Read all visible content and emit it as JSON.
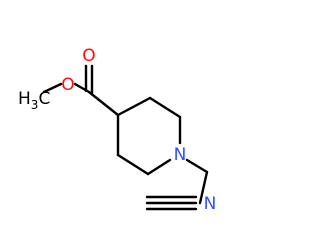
{
  "molecule": {
    "atoms": {
      "oxygen_carbonyl": {
        "text": "O",
        "color": "#ff0d0d"
      },
      "oxygen_ester": {
        "text": "O",
        "color": "#ff0d0d"
      },
      "methyl": {
        "text": "H",
        "sub": "3",
        "tail": "C",
        "color": "#000000"
      },
      "nitrogen_ring": {
        "text": "N",
        "color": "#3050f8"
      },
      "nitrogen_nitrile": {
        "text": "N",
        "color": "#3050f8"
      }
    },
    "bond_color": "#000000"
  }
}
